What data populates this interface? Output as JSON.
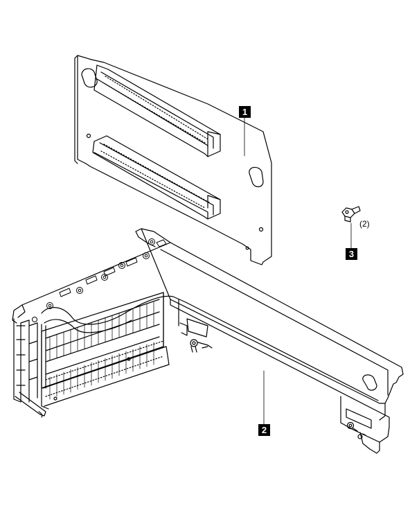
{
  "callouts": [
    {
      "label": "1",
      "part": "riser-card"
    },
    {
      "label": "2",
      "part": "riser-cage"
    },
    {
      "label": "3",
      "part": "screw"
    }
  ],
  "screw_quantity": "(2)",
  "colors": {
    "line": "#000000",
    "background": "#ffffff",
    "callout_fill": "#000000",
    "callout_text": "#ffffff"
  }
}
